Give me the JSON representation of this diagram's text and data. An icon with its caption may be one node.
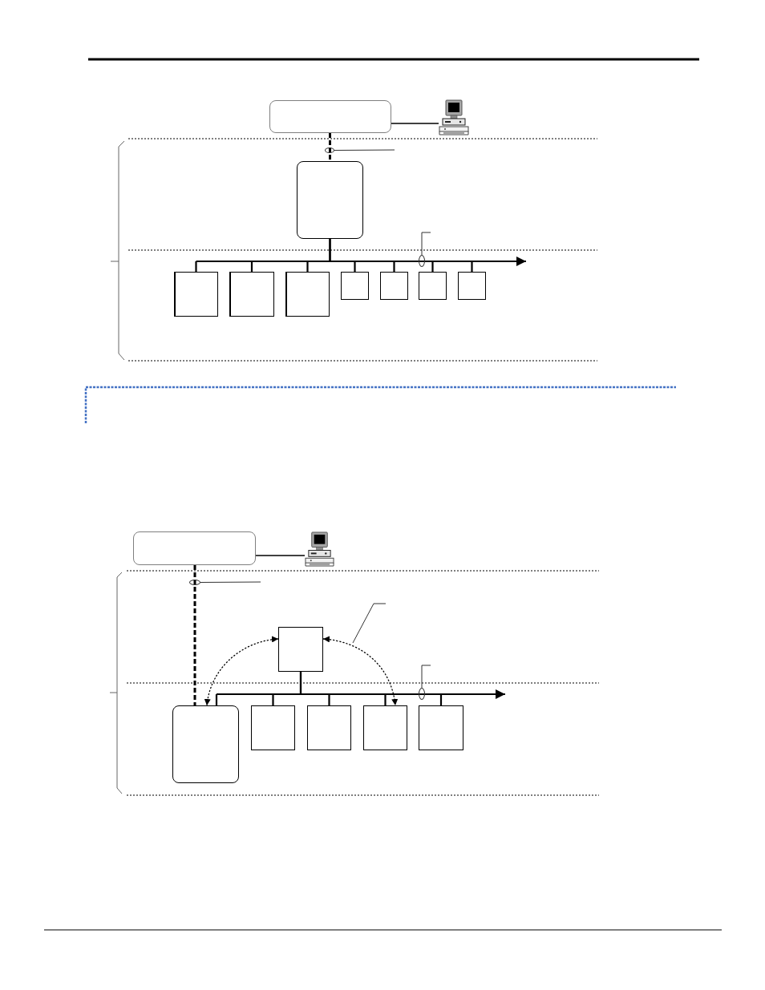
{
  "diagram": {
    "nodes": [
      {
        "text": [],
        "shape": "box"
      },
      {
        "text": [],
        "shape": "picture"
      },
      {
        "text": [],
        "shape": "ellipse"
      },
      {
        "text": [],
        "shape": "box"
      },
      {
        "text": [],
        "shape": "ellipse"
      },
      {
        "text": [],
        "shape": "box"
      },
      {
        "text": [],
        "shape": "box"
      },
      {
        "text": [],
        "shape": "box"
      },
      {
        "text": [],
        "shape": "box"
      },
      {
        "text": [],
        "shape": "box"
      },
      {
        "text": [],
        "shape": "box"
      },
      {
        "text": [],
        "shape": "box"
      },
      {
        "text": [],
        "shape": "box"
      },
      {
        "text": [],
        "shape": "picture"
      },
      {
        "text": [],
        "shape": "ellipse"
      },
      {
        "text": [],
        "shape": "box"
      },
      {
        "text": [],
        "shape": "ellipse"
      },
      {
        "text": [],
        "shape": "box"
      },
      {
        "text": [],
        "shape": "box"
      },
      {
        "text": [],
        "shape": "box"
      },
      {
        "text": [],
        "shape": "box"
      },
      {
        "text": [],
        "shape": "box"
      }
    ],
    "edges": [
      {
        "from": 0,
        "to": 1,
        "arrow": "none"
      },
      {
        "from": 0,
        "to": 3,
        "arrow": "none",
        "style": "dashed"
      },
      {
        "from": 3,
        "to": 5,
        "arrow": "none"
      },
      {
        "from": 3,
        "to": 6,
        "arrow": "none"
      },
      {
        "from": 3,
        "to": 7,
        "arrow": "none"
      },
      {
        "from": 3,
        "to": 8,
        "arrow": "none"
      },
      {
        "from": 3,
        "to": 9,
        "arrow": "none"
      },
      {
        "from": 3,
        "to": 10,
        "arrow": "none"
      },
      {
        "from": 3,
        "to": 11,
        "arrow": "none"
      },
      {
        "from": 3,
        "to": null,
        "arrow": "to"
      },
      {
        "from": null,
        "to": 2,
        "arrow": "none"
      },
      {
        "from": null,
        "to": 4,
        "arrow": "none"
      },
      {
        "from": 12,
        "to": 13,
        "arrow": "none"
      },
      {
        "from": 12,
        "to": 17,
        "arrow": "none",
        "style": "dashed"
      },
      {
        "from": 15,
        "to": 17,
        "arrow": "none"
      },
      {
        "from": 15,
        "to": 18,
        "arrow": "none"
      },
      {
        "from": 15,
        "to": 19,
        "arrow": "none"
      },
      {
        "from": 15,
        "to": 20,
        "arrow": "none"
      },
      {
        "from": 15,
        "to": 21,
        "arrow": "none"
      },
      {
        "from": 15,
        "to": null,
        "arrow": "to"
      },
      {
        "from": 15,
        "to": 17,
        "arrow": "both",
        "style": "dashed"
      },
      {
        "from": 15,
        "to": 20,
        "arrow": "both",
        "style": "dashed"
      },
      {
        "from": null,
        "to": 14,
        "arrow": "none"
      },
      {
        "from": null,
        "to": 16,
        "arrow": "none"
      }
    ]
  }
}
